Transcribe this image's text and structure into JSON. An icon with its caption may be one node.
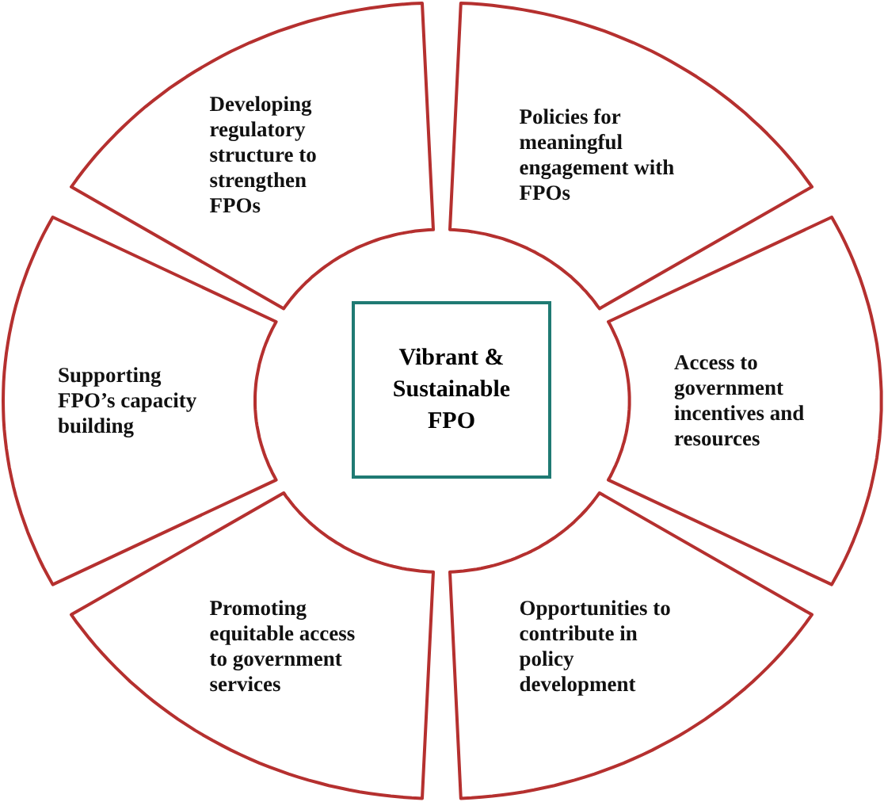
{
  "diagram": {
    "nodes": [
      {
        "text": [
          "Developing regulatory structure to strengthen FPOs"
        ]
      },
      {
        "text": [
          "Policies for meaningful engagement with FPOs"
        ]
      },
      {
        "text": [
          "Supporting FPO’s capacity building"
        ]
      },
      {
        "text": [
          "Vibrant & Sustainable FPO"
        ]
      },
      {
        "text": [
          "Access to government incentives and resources"
        ]
      },
      {
        "text": [
          "Promoting equitable access to government services"
        ]
      },
      {
        "text": [
          "Opportunities to contribute in policy development"
        ]
      }
    ]
  }
}
